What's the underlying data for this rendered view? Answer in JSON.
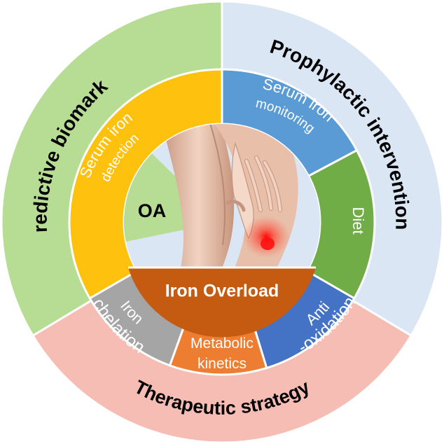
{
  "outer_ring": [
    {
      "label": "Predictive biomarker",
      "color": "#b7dd95"
    },
    {
      "label": "Prophylactic intervention",
      "color": "#dbe6f4"
    },
    {
      "label": "Therapeutic strategy",
      "color": "#f6bdb4"
    }
  ],
  "middle_ring": [
    {
      "lines": [
        "Serum iron",
        "detection"
      ],
      "color": "#fec10e"
    },
    {
      "lines": [
        "Serum iron",
        "monitoring"
      ],
      "color": "#5b9bd5"
    },
    {
      "lines": [
        "Diet"
      ],
      "color": "#70ad47"
    },
    {
      "lines": [
        "Anti",
        "-oxidation"
      ],
      "color": "#4472c4"
    },
    {
      "lines": [
        "Metabolic",
        "kinetics"
      ],
      "color": "#ed7d31"
    },
    {
      "lines": [
        "Iron",
        "chelation"
      ],
      "color": "#a5a5a5"
    }
  ],
  "center": {
    "label": "OA",
    "banner": "Iron Overload",
    "banner_color": "#c55a11",
    "inner_color": "#dbe6f4",
    "inner_left_color": "#b7dd95"
  }
}
